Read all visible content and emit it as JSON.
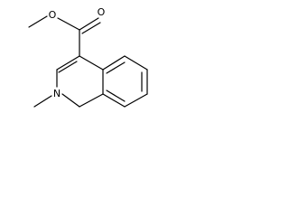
{
  "molecule": {
    "atoms": {
      "carbonyl_oxygen": "O",
      "ester_oxygen": "O",
      "ring_nitrogen": "N"
    },
    "colors": {
      "bond": "#000000",
      "background": "#ffffff"
    }
  }
}
